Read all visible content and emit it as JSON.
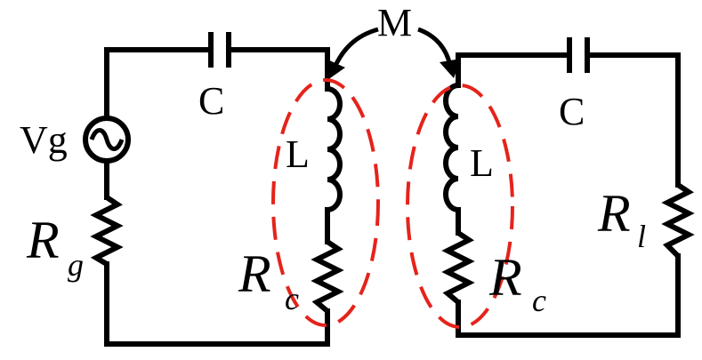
{
  "labels": {
    "mutual": "M",
    "cap_left": "C",
    "cap_right": "C",
    "source": "Vg",
    "ind_left": "L",
    "ind_right": "L",
    "rg_main": "R",
    "rg_sub": "g",
    "rc_left_main": "R",
    "rc_left_sub": "c",
    "rc_right_main": "R",
    "rc_right_sub": "c",
    "rl_main": "R",
    "rl_sub": "l"
  },
  "colors": {
    "wire": "#000000",
    "highlight": "#e5231b"
  }
}
